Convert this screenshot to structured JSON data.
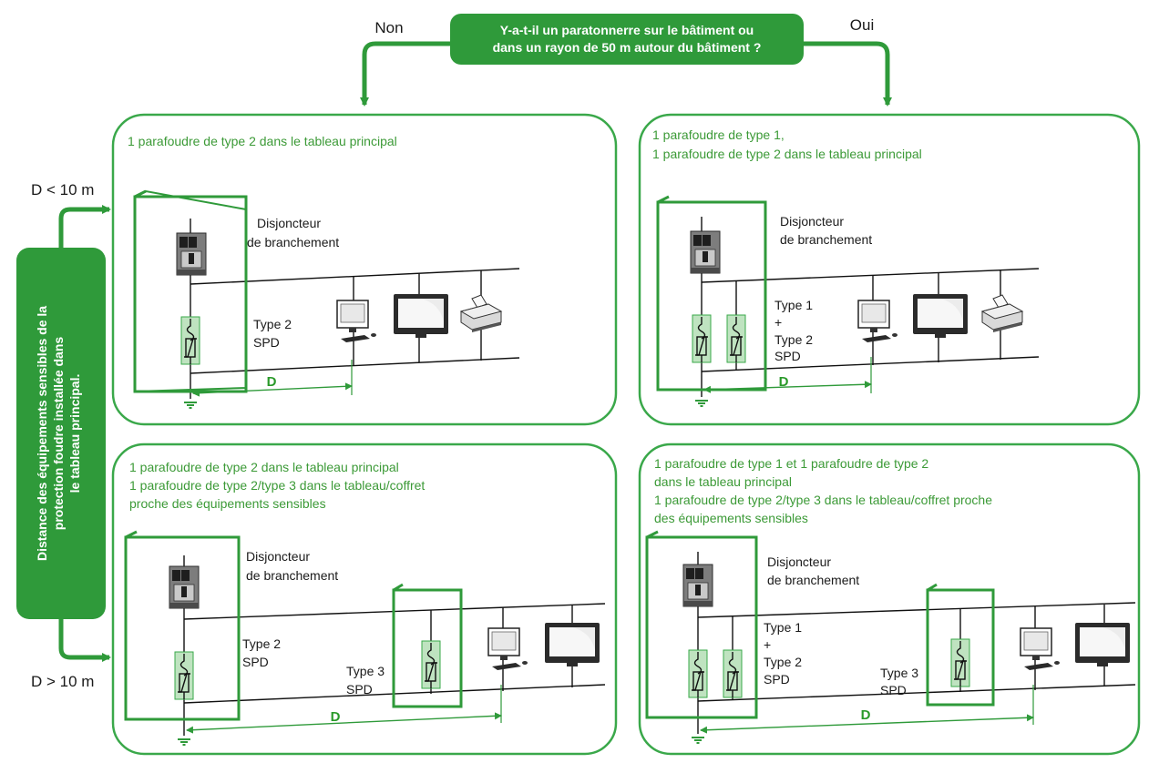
{
  "question": {
    "line1": "Y-a-t-il un paratonnerre sur le bâtiment ou",
    "line2": "dans un rayon de 50 m autour du bâtiment ?",
    "no": "Non",
    "yes": "Oui"
  },
  "side": {
    "line1": "Distance des équipements sensibles de la",
    "line2": "protection foudre installée dans",
    "line3": "le tableau principal.",
    "d_less": "D < 10 m",
    "d_more": "D > 10 m"
  },
  "panels": {
    "top_left": {
      "desc": [
        "1 parafoudre de type 2 dans le tableau principal"
      ],
      "breaker_l1": "Disjoncteur",
      "breaker_l2": "de branchement",
      "spd_l1": "Type 2",
      "spd_l2": "SPD",
      "d": "D"
    },
    "top_right": {
      "desc": [
        "1 parafoudre de type 1,",
        "1 parafoudre de type 2 dans le tableau principal"
      ],
      "breaker_l1": "Disjoncteur",
      "breaker_l2": "de branchement",
      "spd_lines": [
        "Type 1",
        "+",
        "Type 2",
        "SPD"
      ],
      "d": "D"
    },
    "bottom_left": {
      "desc": [
        "1 parafoudre de type 2 dans le tableau principal",
        "1 parafoudre de type 2/type 3 dans le tableau/coffret",
        "proche des équipements sensibles"
      ],
      "breaker_l1": "Disjoncteur",
      "breaker_l2": "de branchement",
      "spd_l1": "Type 2",
      "spd_l2": "SPD",
      "spd3_l1": "Type 3",
      "spd3_l2": "SPD",
      "d": "D"
    },
    "bottom_right": {
      "desc": [
        "1 parafoudre de type 1 et 1 parafoudre de type 2",
        "dans le tableau principal",
        "1 parafoudre de type 2/type 3 dans le tableau/coffret proche",
        "des équipements sensibles"
      ],
      "breaker_l1": "Disjoncteur",
      "breaker_l2": "de branchement",
      "spd_lines": [
        "Type 1",
        "+",
        "Type 2",
        "SPD"
      ],
      "spd3_l1": "Type 3",
      "spd3_l2": "SPD",
      "d": "D"
    }
  },
  "colors": {
    "green": "#2f9a3a",
    "spd_fill": "#bfe3c0",
    "panel_border": "#3aa84a"
  }
}
